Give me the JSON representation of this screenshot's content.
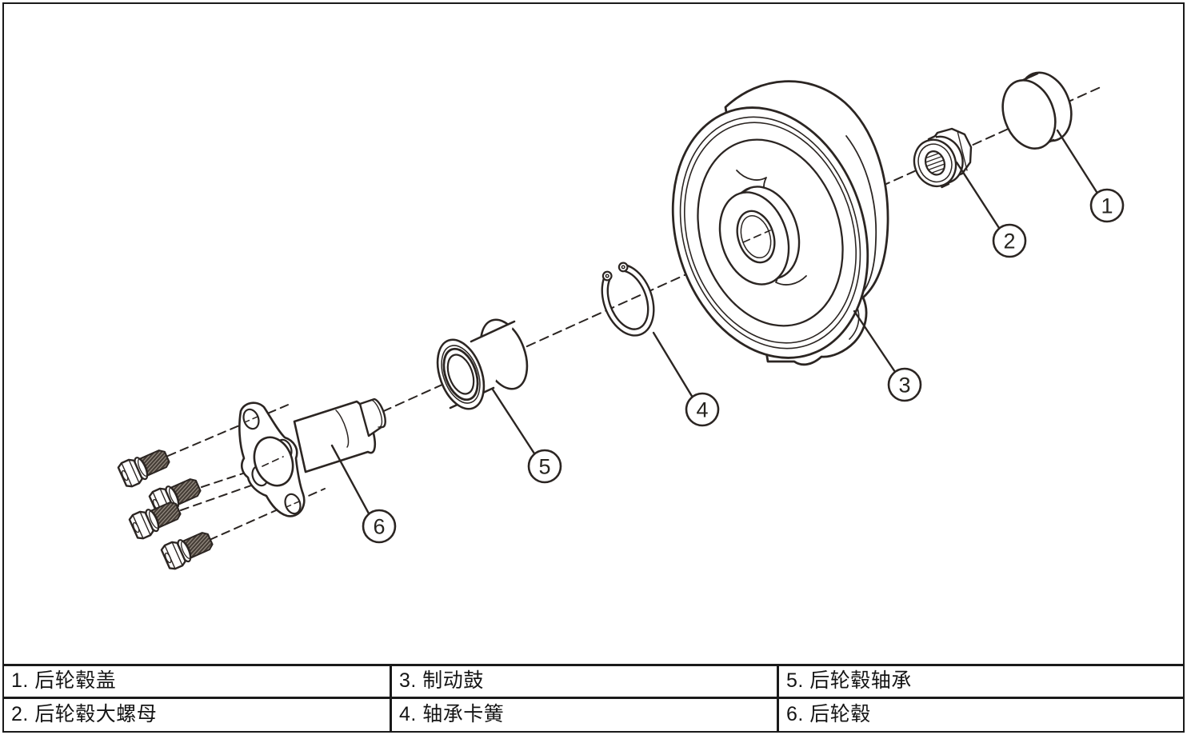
{
  "figure_type": "exploded-parts-diagram",
  "callouts": [
    {
      "number": "1",
      "name": "后轮毂盖"
    },
    {
      "number": "2",
      "name": "后轮毂大螺母"
    },
    {
      "number": "3",
      "name": "制动鼓"
    },
    {
      "number": "4",
      "name": "轴承卡簧"
    },
    {
      "number": "5",
      "name": "后轮毂轴承"
    },
    {
      "number": "6",
      "name": "后轮毂"
    }
  ],
  "parts_table": {
    "rows": [
      {
        "col1": "1. 后轮毂盖",
        "col2": "3. 制动鼓",
        "col3": "5. 后轮毂轴承"
      },
      {
        "col1": "2. 后轮毂大螺母",
        "col2": "4. 轴承卡簧",
        "col3": "6. 后轮毂"
      }
    ]
  },
  "colors": {
    "line": "#2b2522",
    "thread_fill": "#453d36",
    "table_border": "#1a1a1a",
    "text": "#151515",
    "background": "#ffffff"
  }
}
